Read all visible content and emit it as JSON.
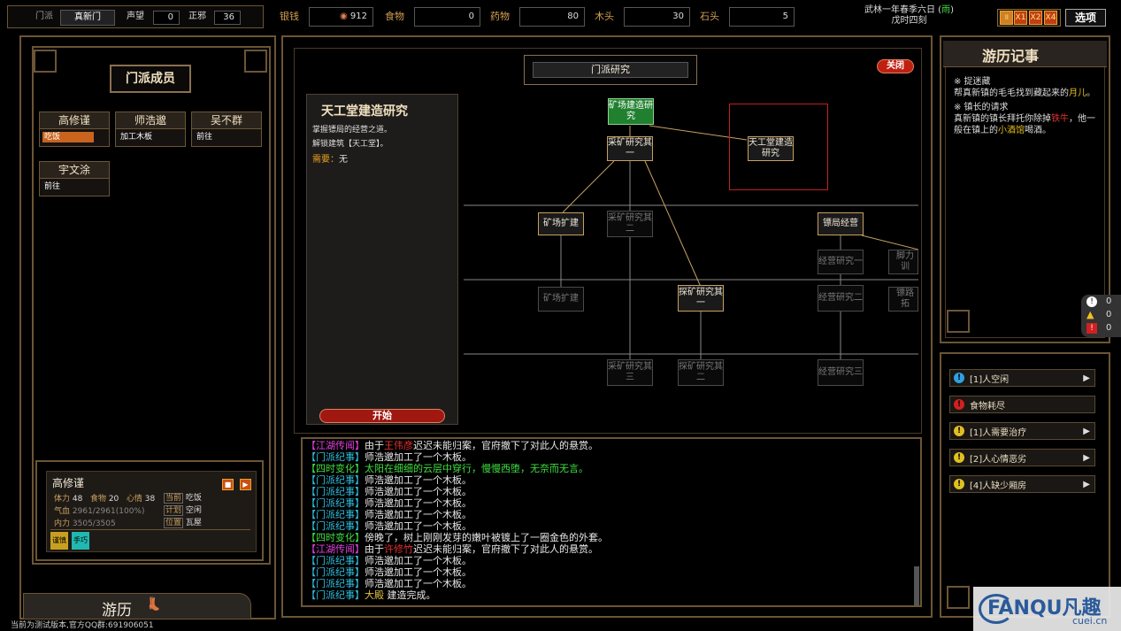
{
  "topbar": {
    "sect_label": "门派",
    "sect_name": "真新门",
    "reputation_label": "声望",
    "reputation_value": "0",
    "righteous_label": "正邪",
    "righteous_value": "36",
    "resources": [
      {
        "label": "银钱",
        "value": "912"
      },
      {
        "label": "食物",
        "value": "0"
      },
      {
        "label": "药物",
        "value": "80"
      },
      {
        "label": "木头",
        "value": "30"
      },
      {
        "label": "石头",
        "value": "5"
      }
    ],
    "date_line1": "武林一年春季六日",
    "weather": "雨",
    "date_line2": "戊时四刻",
    "speed_buttons": [
      "X1",
      "X2",
      "X4"
    ],
    "options_label": "选项"
  },
  "left": {
    "title": "门派成员",
    "members": [
      {
        "name": "高修谨",
        "activity": "吃饭",
        "color": "#c8641e"
      },
      {
        "name": "师浩邈",
        "activity": "加工木板",
        "color": "#141414"
      },
      {
        "name": "吴不群",
        "activity": "前往",
        "color": "#141414"
      },
      {
        "name": "宇文涂",
        "activity": "前往",
        "color": "#141414"
      }
    ],
    "detail": {
      "name": "高修谨",
      "stamina_label": "体力",
      "stamina": "48",
      "food_label": "食物",
      "food": "20",
      "mood_label": "心情",
      "mood": "38",
      "hp_label": "气血",
      "hp": "2961/2961(100%)",
      "inner_label": "内力",
      "inner": "3505/3505",
      "current_label": "当前",
      "current": "吃饭",
      "plan_label": "计划",
      "plan": "空闲",
      "location_label": "位置",
      "location": "瓦屋",
      "tags": [
        "谨慎",
        "手巧"
      ]
    },
    "journey_label": "游历"
  },
  "research": {
    "header": "门派研究",
    "close_label": "关闭",
    "info_title": "天工堂建造研究",
    "info_desc1": "掌握镖局的经营之道。",
    "info_desc2": "解锁建筑【天工堂】。",
    "info_need_label": "需要：",
    "info_need_value": "无",
    "start_label": "开始",
    "nodes": {
      "mine_build": "矿场建造研究",
      "mining1": "采矿研究其一",
      "tiangong": "天工堂建造研究",
      "mine_expand": "矿场扩建",
      "mining2": "采矿研究其二",
      "escort": "镖局经营",
      "manage1": "经营研究一",
      "foot": "脚力训",
      "mine_expand2": "矿场扩建",
      "explore1": "探矿研究其一",
      "manage2": "经营研究二",
      "escort_road": "镖路拓",
      "mining3": "采矿研究其三",
      "explore2": "探矿研究其二",
      "manage3": "经营研究三"
    }
  },
  "log": [
    {
      "tag": "【江湖传闻】",
      "tagColor": "#e040e0",
      "parts": [
        {
          "t": "由于",
          "c": "#e8e8e8"
        },
        {
          "t": "王伟彦",
          "c": "#e03030"
        },
        {
          "t": "迟迟未能归案，官府撤下了对此人的悬赏。",
          "c": "#e8e8e8"
        }
      ]
    },
    {
      "tag": "【门派纪事】",
      "tagColor": "#30c0e0",
      "parts": [
        {
          "t": "师浩邈加工了一个木板。",
          "c": "#e8e8e8"
        }
      ]
    },
    {
      "tag": "【四时变化】",
      "tagColor": "#40e040",
      "parts": [
        {
          "t": "太阳在细细的云层中穿行，慢慢西堕，无奈而无言。",
          "c": "#40e040"
        }
      ]
    },
    {
      "tag": "【门派纪事】",
      "tagColor": "#30c0e0",
      "parts": [
        {
          "t": "师浩邈加工了一个木板。",
          "c": "#e8e8e8"
        }
      ]
    },
    {
      "tag": "【门派纪事】",
      "tagColor": "#30c0e0",
      "parts": [
        {
          "t": "师浩邈加工了一个木板。",
          "c": "#e8e8e8"
        }
      ]
    },
    {
      "tag": "【门派纪事】",
      "tagColor": "#30c0e0",
      "parts": [
        {
          "t": "师浩邈加工了一个木板。",
          "c": "#e8e8e8"
        }
      ]
    },
    {
      "tag": "【门派纪事】",
      "tagColor": "#30c0e0",
      "parts": [
        {
          "t": "师浩邈加工了一个木板。",
          "c": "#e8e8e8"
        }
      ]
    },
    {
      "tag": "【门派纪事】",
      "tagColor": "#30c0e0",
      "parts": [
        {
          "t": "师浩邈加工了一个木板。",
          "c": "#e8e8e8"
        }
      ]
    },
    {
      "tag": "【四时变化】",
      "tagColor": "#40e040",
      "parts": [
        {
          "t": "傍晚了，树上刚刚发芽的嫩叶被镀上了一圈金色的外套。",
          "c": "#e8e8e8"
        }
      ]
    },
    {
      "tag": "【江湖传闻】",
      "tagColor": "#e040e0",
      "parts": [
        {
          "t": "由于",
          "c": "#e8e8e8"
        },
        {
          "t": "许修竹",
          "c": "#e03030"
        },
        {
          "t": "迟迟未能归案，官府撤下了对此人的悬赏。",
          "c": "#e8e8e8"
        }
      ]
    },
    {
      "tag": "【门派纪事】",
      "tagColor": "#30c0e0",
      "parts": [
        {
          "t": "师浩邈加工了一个木板。",
          "c": "#e8e8e8"
        }
      ]
    },
    {
      "tag": "【门派纪事】",
      "tagColor": "#30c0e0",
      "parts": [
        {
          "t": "师浩邈加工了一个木板。",
          "c": "#e8e8e8"
        }
      ]
    },
    {
      "tag": "【门派纪事】",
      "tagColor": "#30c0e0",
      "parts": [
        {
          "t": "师浩邈加工了一个木板。",
          "c": "#e8e8e8"
        }
      ]
    },
    {
      "tag": "【门派纪事】",
      "tagColor": "#30c0e0",
      "parts": [
        {
          "t": "大殿",
          "c": "#e0c040"
        },
        {
          "t": " 建造完成。",
          "c": "#e8e8e8"
        }
      ]
    }
  ],
  "journal": {
    "title": "游历记事",
    "q1_title": "※ 捉迷藏",
    "q1_a": "帮真新镇的毛毛找到藏起来的",
    "q1_hl": "月儿",
    "q1_b": "。",
    "q2_title": "※ 镇长的请求",
    "q2_a": "真新镇的镇长拜托你除掉",
    "q2_hl1": "铁牛",
    "q2_b": "，他一般在镇上的",
    "q2_hl2": "小酒馆",
    "q2_c": "喝酒。"
  },
  "counters": [
    "0",
    "0",
    "0"
  ],
  "notices": [
    {
      "text": "[1]人空闲",
      "icon": "!",
      "iconBg": "#30a0e0",
      "arrow": true
    },
    {
      "text": "食物耗尽",
      "icon": "!",
      "iconBg": "#d02020",
      "arrow": false
    },
    {
      "text": "[1]人需要治疗",
      "icon": "!",
      "iconBg": "#e0c020",
      "arrow": true
    },
    {
      "text": "[2]人心情恶劣",
      "icon": "!",
      "iconBg": "#e0c020",
      "arrow": true
    },
    {
      "text": "[4]人缺少厢房",
      "icon": "!",
      "iconBg": "#e0c020",
      "arrow": true
    }
  ],
  "footer": "当前为测试版本,官方QQ群:691906051",
  "watermark": {
    "main": "FANQU凡趣",
    "sub": "cuei.cn"
  }
}
